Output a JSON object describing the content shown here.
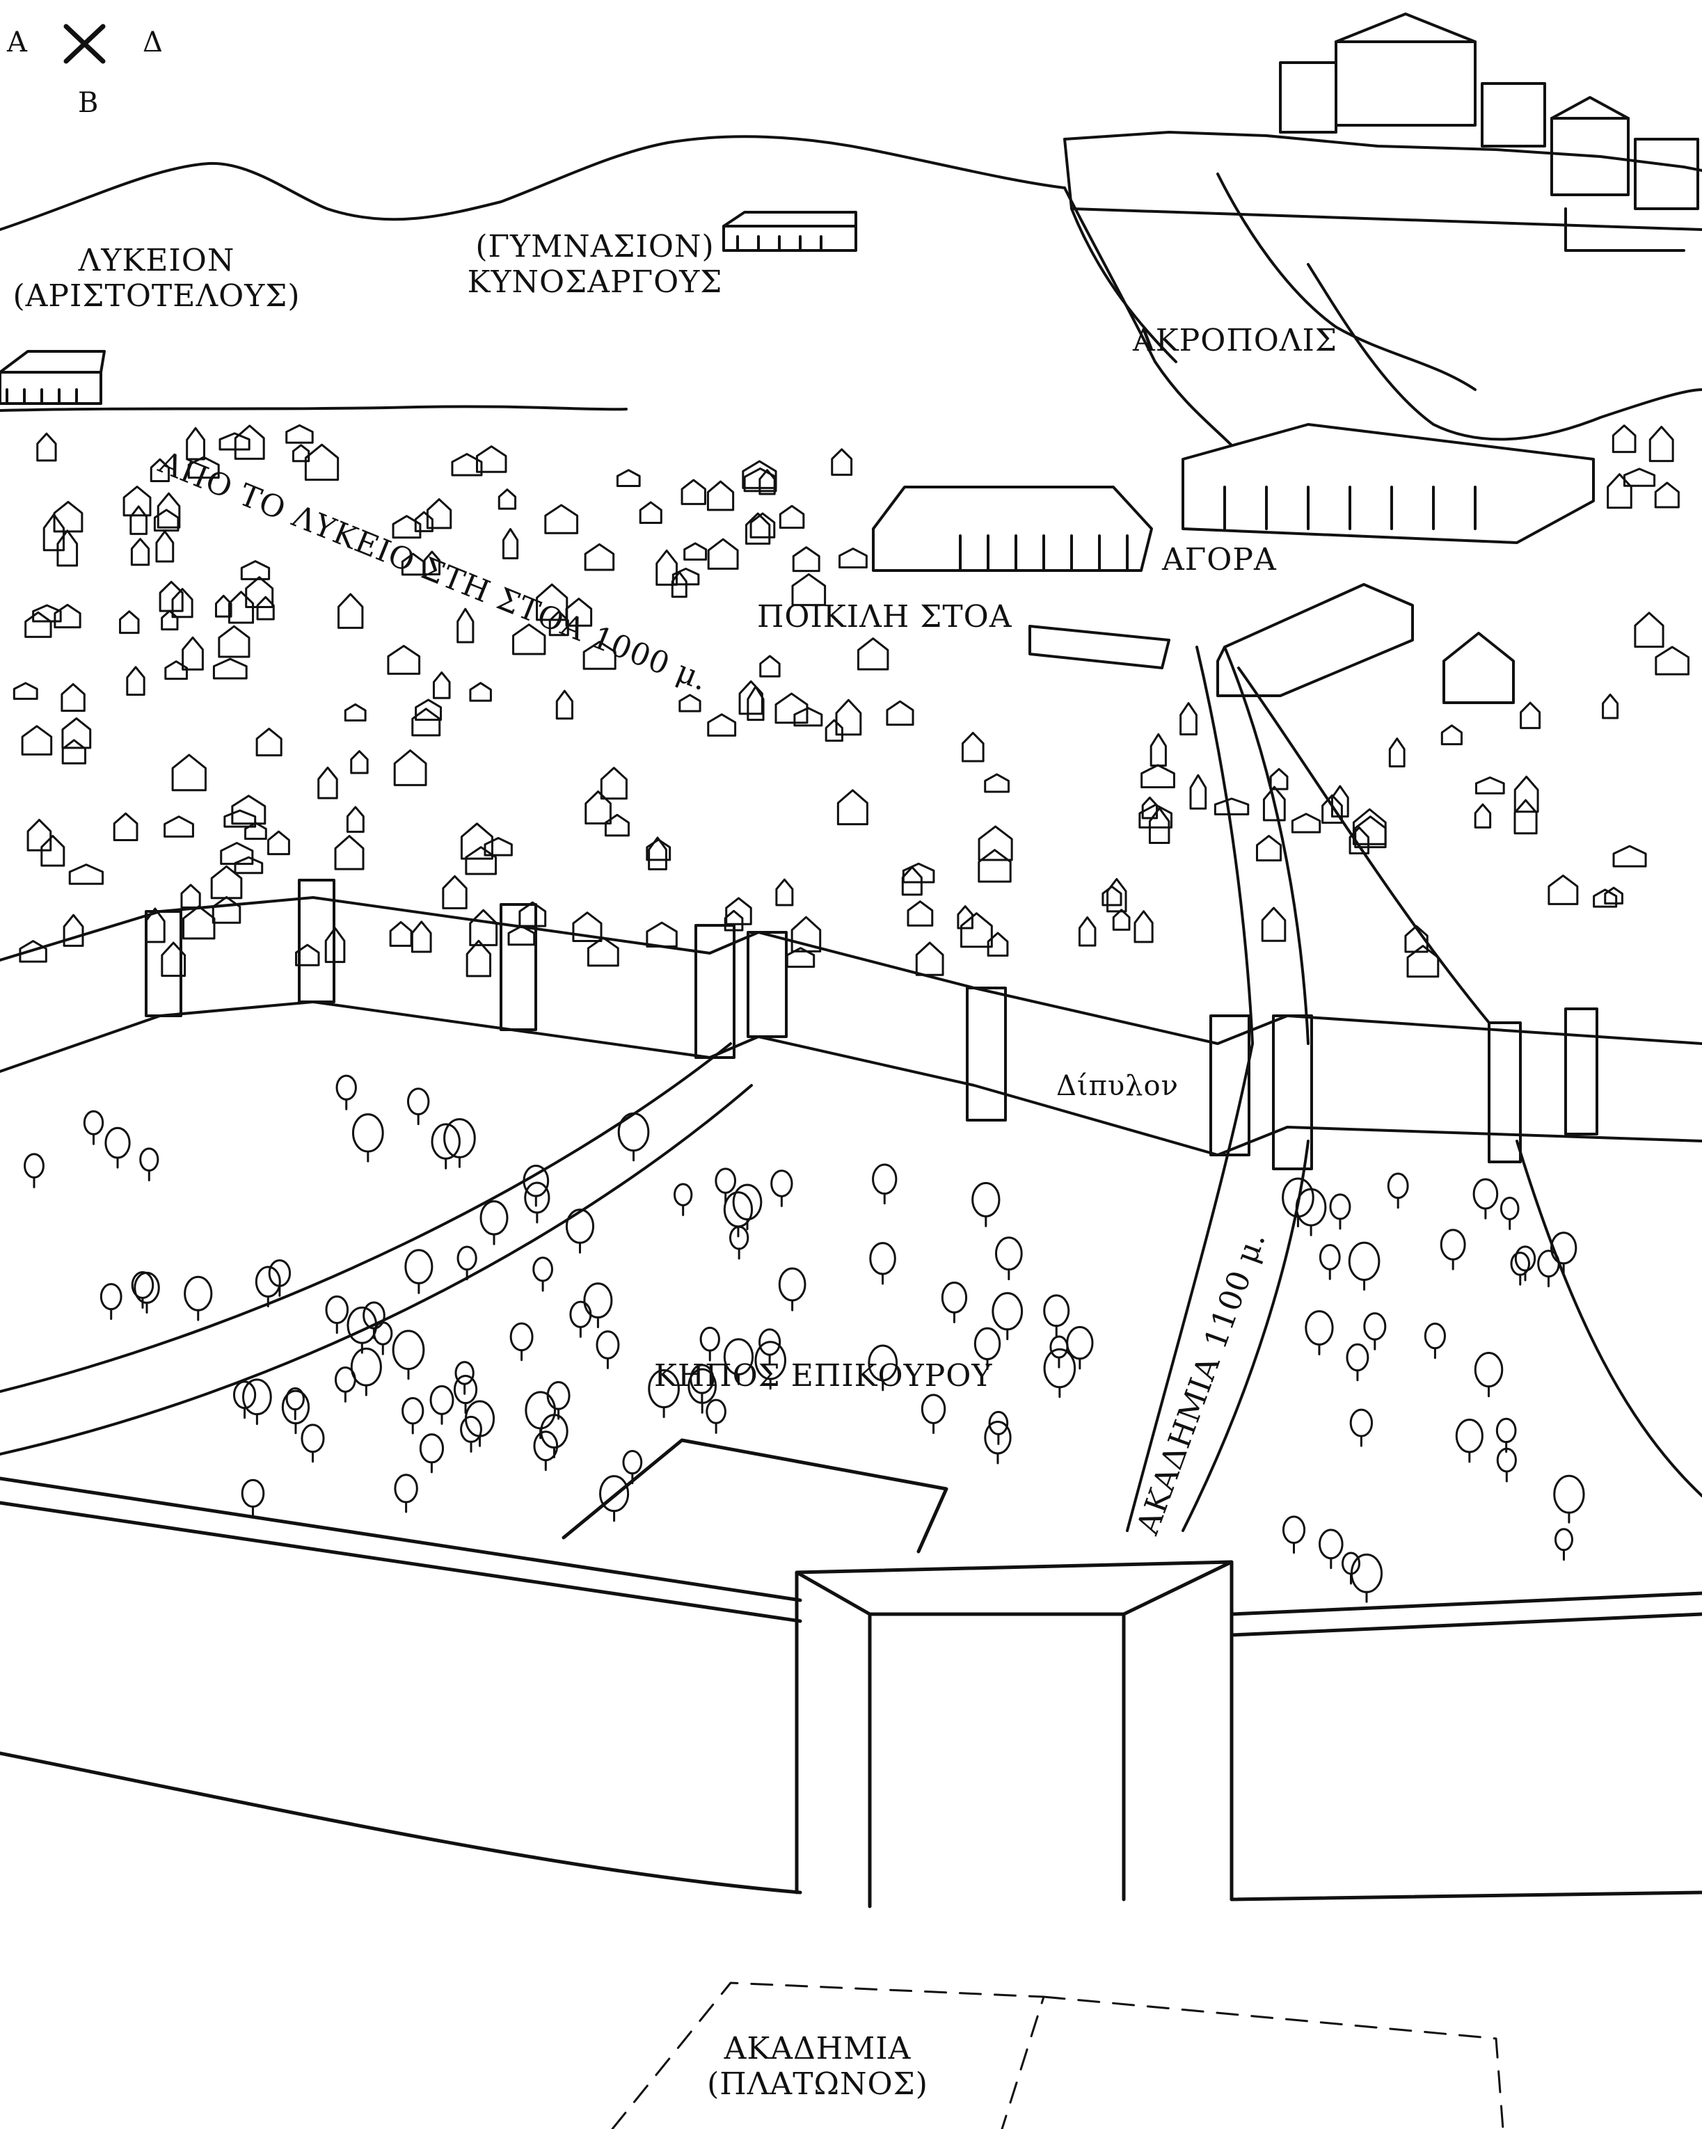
{
  "compass": {
    "left": "Α",
    "right": "Δ",
    "bottom": "Β"
  },
  "labels": {
    "lykeion_line1": "ΛΥΚΕΙΟΝ",
    "lykeion_line2": "(ΑΡΙΣΤΟΤΕΛΟΥΣ)",
    "gymnasion_line1": "(ΓΥΜΝΑΣΙΟΝ)",
    "gymnasion_line2": "ΚΥΝΟΣΑΡΓΟΥΣ",
    "akropolis": "ΑΚΡΟΠΟΛΙΣ",
    "agora": "ΑΓΟΡΑ",
    "poikile_stoa": "ΠΟΙΚΙΛΗ ΣΤΟΑ",
    "route_lykeio": "ΑΠΟ ΤΟ ΛΥΚΕΙΟ ΣΤΗ ΣΤΟΑ 1000 μ.",
    "dipylon": "Δίπυλον",
    "kepos_epikourou": "ΚΗΠΟΣ ΕΠΙΚΟΥΡΟΥ",
    "route_akadimia": "ΑΚΑΔΗΜΙΑ 1100 μ.",
    "akadimia_line1": "ΑΚΑΔΗΜΙΑ",
    "akadimia_line2": "(ΠΛΑΤΩΝΟΣ)"
  },
  "colors": {
    "ink": "#111111",
    "paper": "#ffffff"
  }
}
